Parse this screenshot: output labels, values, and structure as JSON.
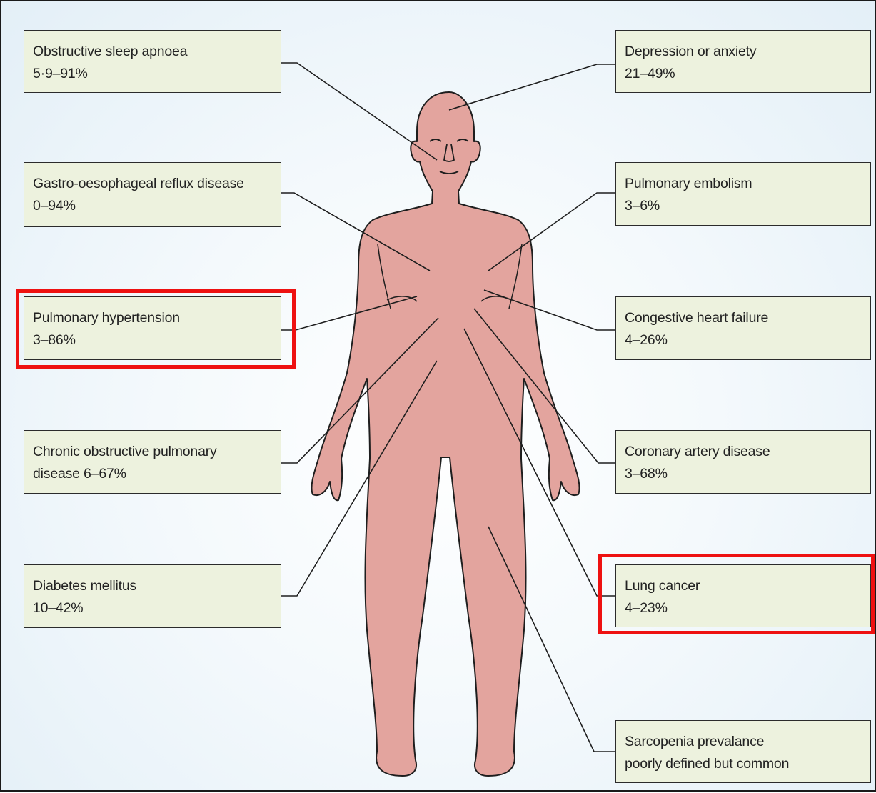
{
  "conditions": {
    "osa": {
      "name": "Obstructive sleep apnoea",
      "value": "5·9–91%"
    },
    "gerd": {
      "name": "Gastro-oesophageal reflux disease",
      "value": "0–94%"
    },
    "ph": {
      "name": "Pulmonary hypertension",
      "value": "3–86%"
    },
    "copd": {
      "line1": "Chronic obstructive pulmonary",
      "line2": "disease 6–67%"
    },
    "dm": {
      "name": "Diabetes mellitus",
      "value": "10–42%"
    },
    "dep": {
      "name": "Depression or anxiety",
      "value": "21–49%"
    },
    "pe": {
      "name": "Pulmonary embolism",
      "value": "3–6%"
    },
    "chf": {
      "name": "Congestive heart failure",
      "value": "4–26%"
    },
    "cad": {
      "name": "Coronary artery disease",
      "value": "3–68%"
    },
    "lc": {
      "name": "Lung cancer",
      "value": "4–23%"
    },
    "sarc": {
      "line1": "Sarcopenia prevalance",
      "line2": "poorly defined but common"
    }
  },
  "highlighted": [
    "Pulmonary hypertension",
    "Lung cancer"
  ],
  "colors": {
    "body_fill": "#e3a49e",
    "box_fill": "#edf2de",
    "highlight": "#ee1111",
    "outline": "#2b2b2b"
  }
}
